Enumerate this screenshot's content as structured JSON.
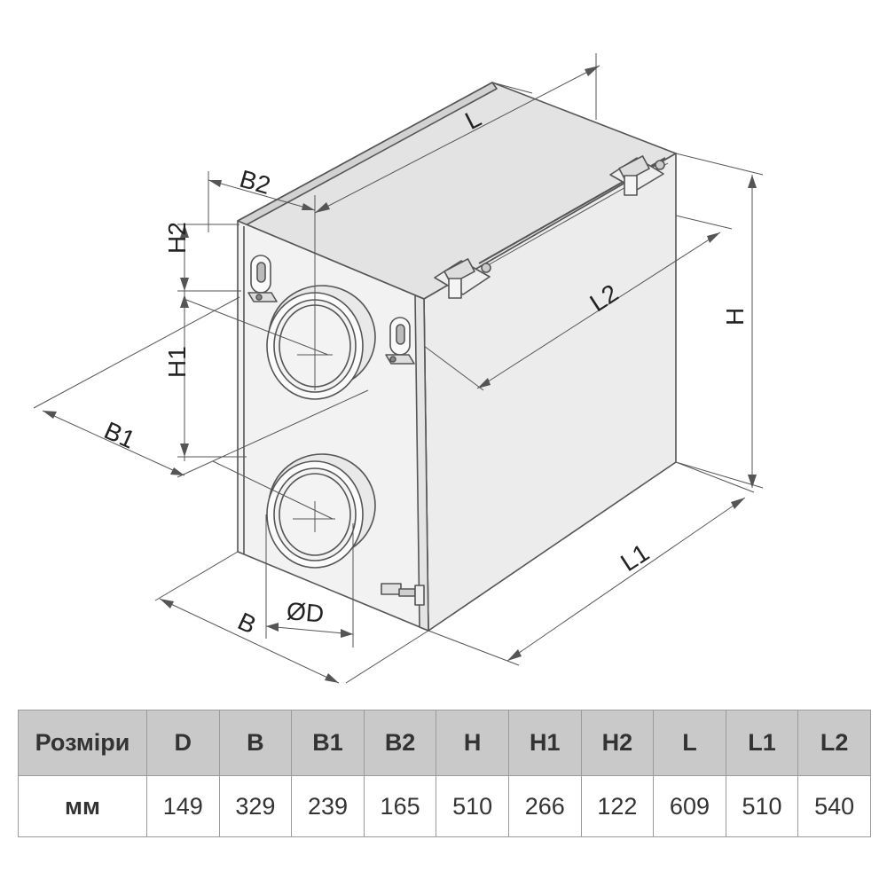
{
  "labels": {
    "L": "L",
    "L1": "L1",
    "L2": "L2",
    "H": "H",
    "H1": "H1",
    "H2": "H2",
    "B": "B",
    "B1": "B1",
    "B2": "B2",
    "D": "ØD"
  },
  "table": {
    "row_header": "Розміри",
    "row_unit": "мм",
    "columns": [
      "D",
      "B",
      "B1",
      "B2",
      "H",
      "H1",
      "H2",
      "L",
      "L1",
      "L2"
    ],
    "values": [
      "149",
      "329",
      "239",
      "165",
      "510",
      "266",
      "122",
      "609",
      "510",
      "540"
    ]
  },
  "colors": {
    "line": "#555555",
    "header_bg": "#c9c9c9",
    "cell_border": "#9a9a9a",
    "box_front": "#f2f2f2",
    "box_side": "#ececec",
    "box_top": "#e3e3e3"
  }
}
